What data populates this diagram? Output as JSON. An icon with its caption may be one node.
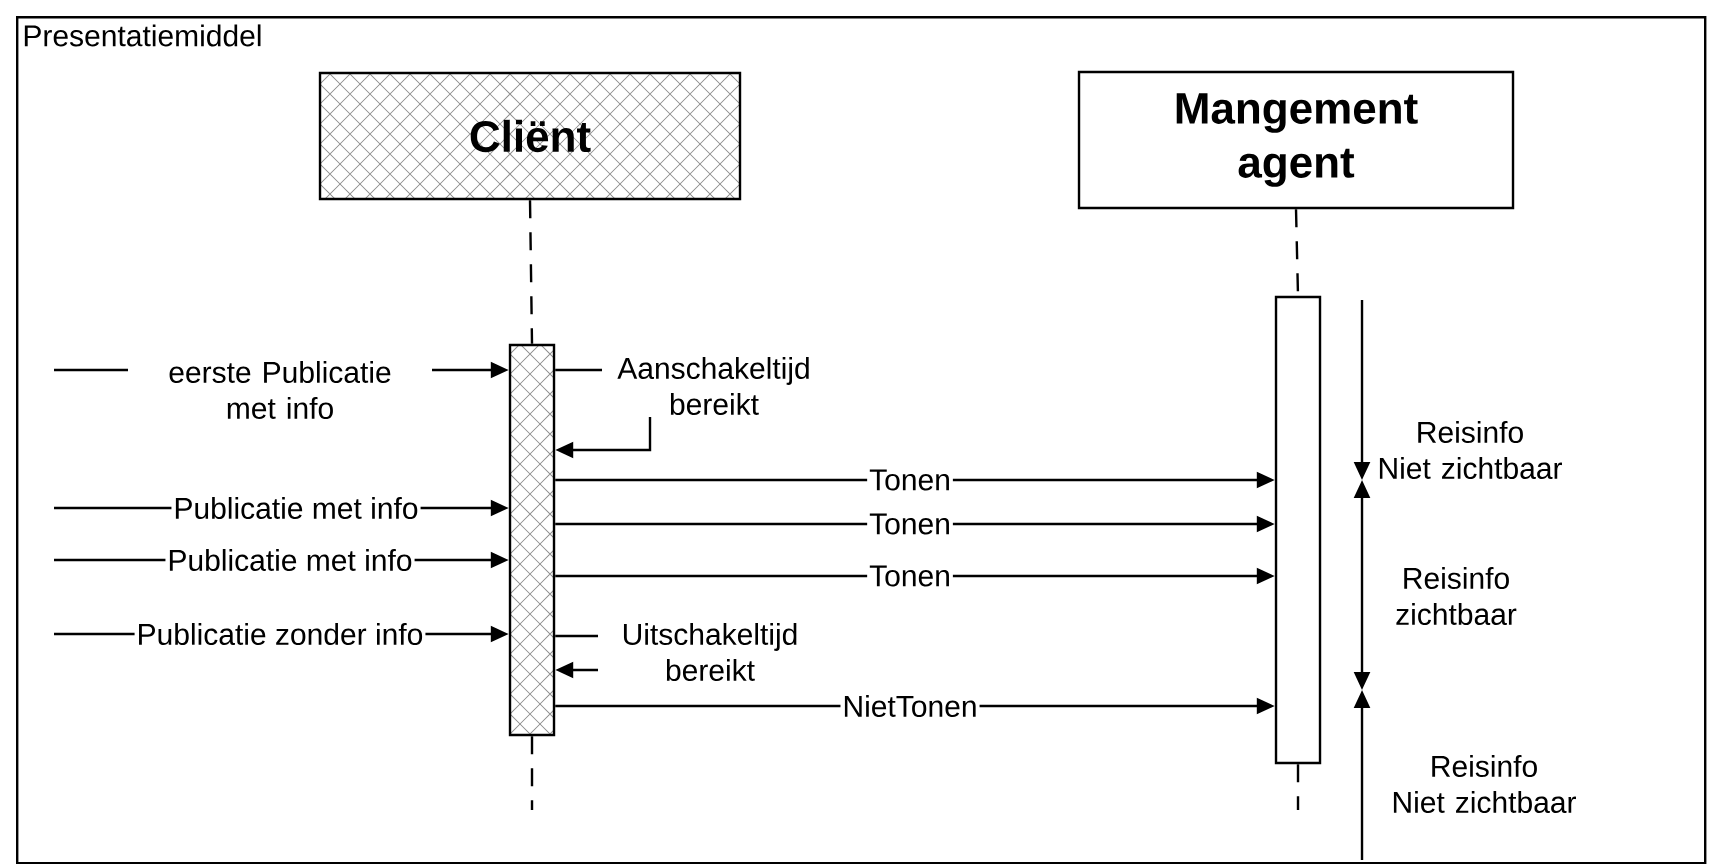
{
  "diagram": {
    "nodes": [
      {
        "text": [
          "Presentatiemiddel"
        ]
      },
      {
        "text": [
          "Cliënt"
        ],
        "in": 0
      },
      {
        "text": [
          "Mangement agent"
        ],
        "in": 0
      },
      {
        "text": [],
        "shape": "bar",
        "in": 0
      },
      {
        "text": [],
        "shape": "bar",
        "in": 0
      }
    ],
    "edges": [
      {
        "from": null,
        "to": 3,
        "arrow": "to",
        "label": "eerste Publicatie met info"
      },
      {
        "from": null,
        "to": 3,
        "arrow": "to",
        "label": "Publicatie met info"
      },
      {
        "from": null,
        "to": 3,
        "arrow": "to",
        "label": "Publicatie met info"
      },
      {
        "from": null,
        "to": 3,
        "arrow": "to",
        "label": "Publicatie zonder info"
      },
      {
        "from": 3,
        "to": 3,
        "arrow": "to",
        "label": "Aanschakeltijd bereikt"
      },
      {
        "from": 3,
        "to": 4,
        "arrow": "to",
        "label": "Tonen"
      },
      {
        "from": 3,
        "to": 4,
        "arrow": "to",
        "label": "Tonen"
      },
      {
        "from": 3,
        "to": 4,
        "arrow": "to",
        "label": "Tonen"
      },
      {
        "from": 3,
        "to": 3,
        "arrow": "to",
        "label": "Uitschakeltijd bereikt"
      },
      {
        "from": 3,
        "to": 4,
        "arrow": "to",
        "label": "NietTonen"
      },
      {
        "from": 1,
        "to": 3,
        "arrow": "none",
        "style": "dashed"
      },
      {
        "from": 3,
        "to": null,
        "arrow": "none",
        "style": "dashed"
      },
      {
        "from": 2,
        "to": 4,
        "arrow": "none",
        "style": "dashed"
      },
      {
        "from": 4,
        "to": null,
        "arrow": "none",
        "style": "dashed"
      }
    ],
    "labels": [
      "Reisinfo Niet zichtbaar",
      "Reisinfo zichtbaar",
      "Reisinfo Niet zichtbaar"
    ]
  }
}
